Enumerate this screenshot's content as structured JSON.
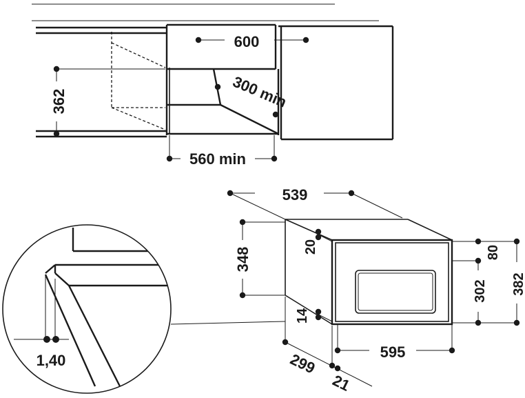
{
  "colors": {
    "ink": "#1a1a1a",
    "paper": "#ffffff"
  },
  "top_view": {
    "dimensions": {
      "width_600": "600",
      "height_362": "362",
      "depth_300min": "300 min",
      "width_560min": "560 min"
    }
  },
  "appliance_view": {
    "dimensions": {
      "depth_539": "539",
      "height_348": "348",
      "top_20": "20",
      "bottom_14": "14",
      "front_80": "80",
      "inner_302": "302",
      "total_382": "382",
      "width_595": "595",
      "depth_299": "299",
      "offset_21": "21"
    }
  },
  "detail_view": {
    "dimensions": {
      "gap_140": "1,40"
    }
  }
}
